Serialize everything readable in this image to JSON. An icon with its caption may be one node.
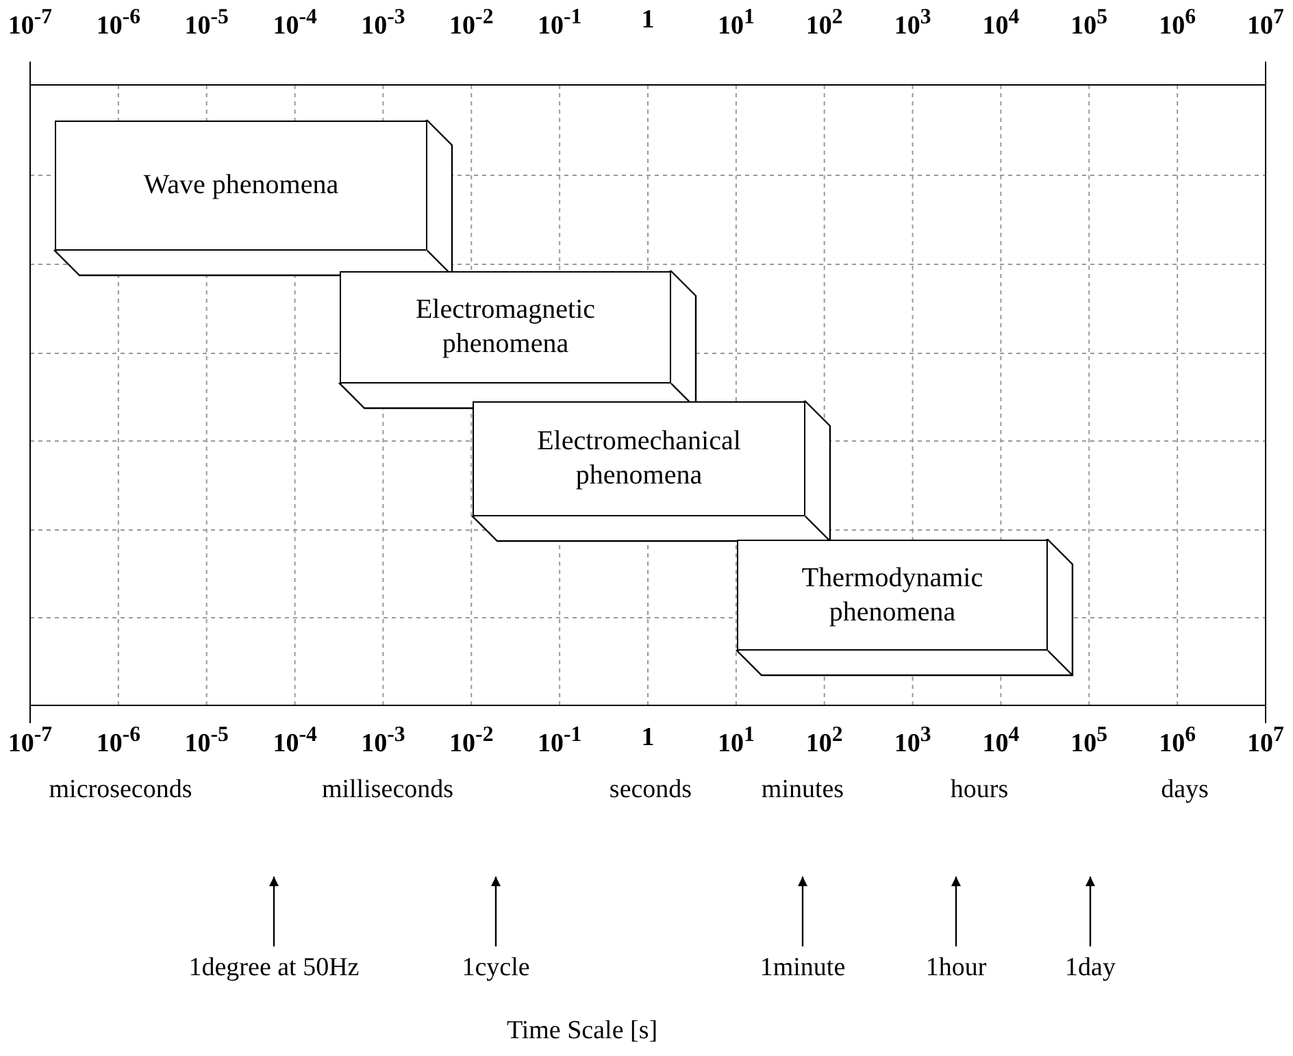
{
  "diagram": {
    "caption": "Time Scale [s]",
    "nodes": [
      {
        "text": [
          "Wave phenomena"
        ]
      },
      {
        "text": [
          "Electromagnetic phenomena"
        ]
      },
      {
        "text": [
          "Electromechanical phenomena"
        ]
      },
      {
        "text": [
          "Thermodynamic phenomena"
        ]
      },
      {
        "text": [
          "1degree at 50Hz"
        ]
      },
      {
        "text": [
          "1cycle"
        ]
      },
      {
        "text": [
          "1minute"
        ]
      },
      {
        "text": [
          "1hour"
        ]
      },
      {
        "text": [
          "1day"
        ]
      }
    ],
    "edges": [
      {
        "from": 4,
        "to": null,
        "arrow": "to"
      },
      {
        "from": 5,
        "to": null,
        "arrow": "to"
      },
      {
        "from": 6,
        "to": null,
        "arrow": "to"
      },
      {
        "from": 7,
        "to": null,
        "arrow": "to"
      },
      {
        "from": 8,
        "to": null,
        "arrow": "to"
      }
    ],
    "labels": [
      "10$^{-7}$",
      "10$^{-6}$",
      "10$^{-5}$",
      "10$^{-4}$",
      "10$^{-3}$",
      "10$^{-2}$",
      "10$^{-1}$",
      "1",
      "10$^{1}$",
      "10$^{2}$",
      "10$^{3}$",
      "10$^{4}$",
      "10$^{5}$",
      "10$^{6}$",
      "10$^{7}$",
      "10$^{-7}$",
      "10$^{-6}$",
      "10$^{-5}$",
      "10$^{-4}$",
      "10$^{-3}$",
      "10$^{-2}$",
      "10$^{-1}$",
      "1",
      "10$^{1}$",
      "10$^{2}$",
      "10$^{3}$",
      "10$^{4}$",
      "10$^{5}$",
      "10$^{6}$",
      "10$^{7}$",
      "microseconds",
      "milliseconds",
      "seconds",
      "minutes",
      "hours",
      "days"
    ]
  }
}
